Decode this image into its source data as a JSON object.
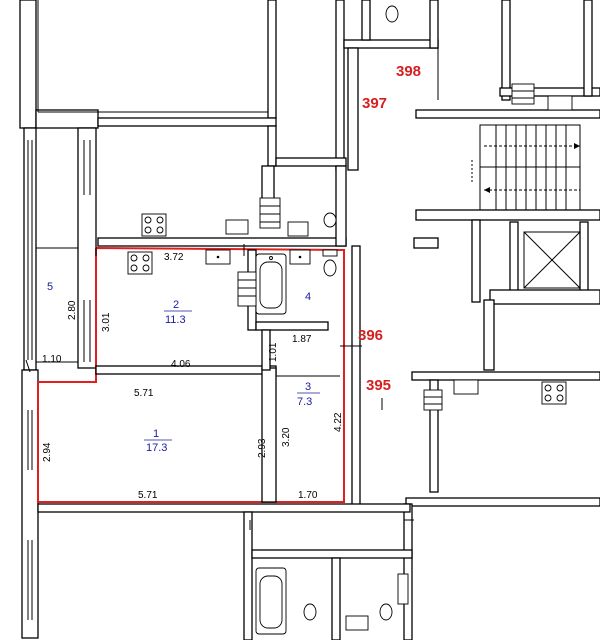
{
  "colors": {
    "highlight": "#e02020",
    "apartment_label": "#d62020",
    "room_label": "#1a1aa0",
    "wall": "#000000",
    "background": "#ffffff"
  },
  "apartments": {
    "a395": "395",
    "a396": "396",
    "a397": "397",
    "a398": "398"
  },
  "rooms": {
    "r1": {
      "number": "1",
      "area": "17.3"
    },
    "r2": {
      "number": "2",
      "area": "11.3"
    },
    "r3": {
      "number": "3",
      "area": "7.3"
    },
    "r4": {
      "number": "4"
    },
    "r5": {
      "number": "5"
    }
  },
  "dimensions": {
    "d372": "3.72",
    "d301": "3.01",
    "d280": "2.80",
    "d110": "1.10",
    "d406": "4.06",
    "d187": "1.87",
    "d101": "1.01",
    "d571_top": "5.71",
    "d294": "2.94",
    "d293": "2.93",
    "d320": "3.20",
    "d422": "4.22",
    "d571_bottom": "5.71",
    "d170": "1.70"
  }
}
